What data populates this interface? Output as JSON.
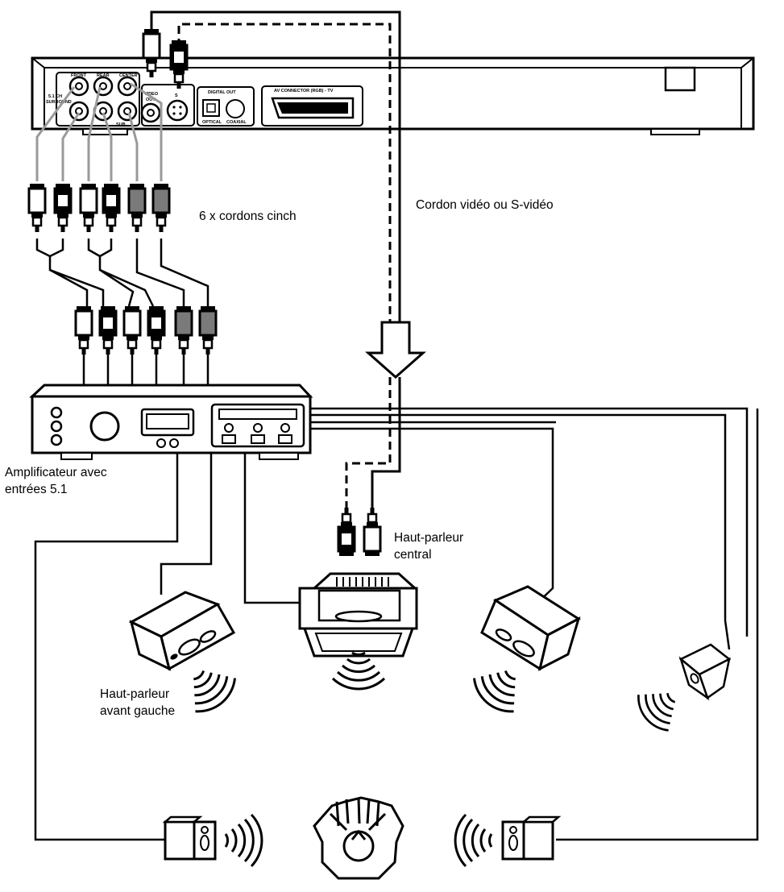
{
  "labels": {
    "cinch_cables": "6 x cordons cinch",
    "video_cable": "Cordon vidéo ou S-vidéo",
    "amplifier_line1": "Amplificateur avec",
    "amplifier_line2": "entrées 5.1",
    "center_speaker_line1": "Haut-parleur",
    "center_speaker_line2": "central",
    "front_left_line1": "Haut-parleur",
    "front_left_line2": "avant gauche"
  },
  "panel": {
    "front": "FRONT",
    "rear": "REAR",
    "center": "CENTER",
    "surround_line1": "5.1 CH",
    "surround_line2": "SURROUND",
    "sub": "SUB",
    "video_out_line1": "VIDEO",
    "video_out_line2": "OUT",
    "s": "S",
    "digital_out": "DIGITAL OUT",
    "optical": "OPTICAL",
    "coaxial": "COAXIAL",
    "av_connector": "AV CONNECTOR (RGB) - TV"
  },
  "colors": {
    "line": "#000000",
    "plug_gray": "#7a7a7a",
    "cable_gray": "#9a9a9a",
    "plug_light": "#e8e8e8"
  }
}
